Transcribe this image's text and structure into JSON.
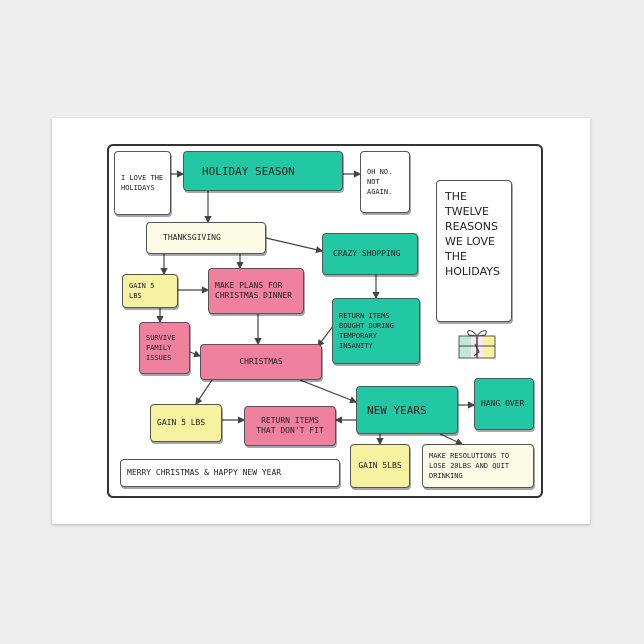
{
  "nodes": {
    "i_love": "I LOVE THE HOLIDAYS",
    "holiday_season": "HOLIDAY SEASON",
    "oh_no": "OH NO. NOT AGAIN.",
    "thanksgiving": "THANKSGIVING",
    "crazy_shopping": "CRAZY SHOPPING",
    "gain_5_top": "GAIN 5 LBS",
    "make_plans": "MAKE PLANS FOR CHRISTMAS DINNER",
    "return_items_bought": "RETURN ITEMS BOUGHT DURING TEMPORARY INSANITY",
    "survive": "SURVIVE FAMILY ISSUES",
    "christmas": "CHRISTMAS",
    "gain_5_mid": "GAIN 5 LBS",
    "return_items_dont_fit": "RETURN ITEMS THAT DON'T FIT",
    "new_years": "NEW YEARS",
    "hang_over": "HANG OVER",
    "gain_5_bottom": "GAIN 5LBS",
    "resolutions": "MAKE RESOLUTIONS TO LOSE 20LBS AND QUIT DRINKING",
    "merry": "MERRY CHRISTMAS & HAPPY NEW YEAR",
    "twelve_reasons": "THE TWELVE REASONS WE LOVE THE HOLIDAYS"
  },
  "colors": {
    "teal": "#22c7a4",
    "pink": "#f0809f",
    "yellow": "#f7f2a0",
    "white": "#ffffff",
    "outline": "#333333"
  },
  "icons": {
    "gift": "gift-box-icon"
  }
}
